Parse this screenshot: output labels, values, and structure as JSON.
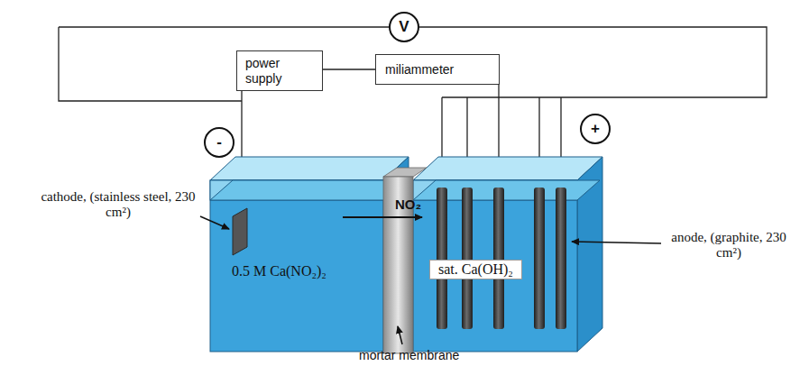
{
  "diagram": {
    "nodes": [
      {
        "text": [
          "V"
        ]
      },
      {
        "text": [
          "power supply"
        ]
      },
      {
        "text": [
          "miliammeter"
        ]
      },
      {
        "text": [
          "-"
        ]
      },
      {
        "text": [
          "+"
        ]
      },
      {
        "text": [
          "0.5 M Ca(NO₂)₂"
        ]
      },
      {
        "text": [
          "sat. Ca(OH)₂"
        ]
      }
    ],
    "edges": [
      {
        "from": 1,
        "to": 2,
        "arrow": "none"
      }
    ],
    "labels": [
      "cathode, (stainless steel, 230 cm²)",
      "NO₂",
      "anode, (graphite, 230 cm²)",
      "mortar membrane"
    ]
  }
}
